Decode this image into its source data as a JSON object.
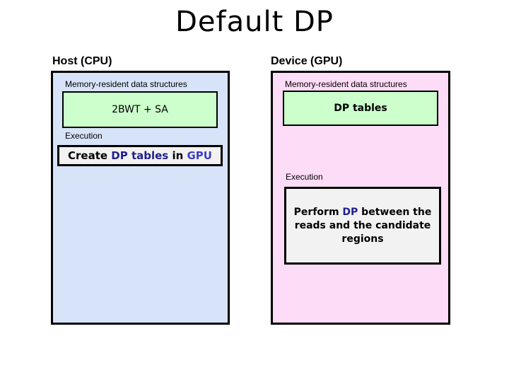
{
  "title": "Default DP",
  "colors": {
    "host_fill": "#d7e3f8",
    "device_fill": "#fcdcf6",
    "green_fill": "#ccffcc",
    "exec_box_fill": "#f2f2f2",
    "border": "#000000",
    "navy_text": "#1f1f8f",
    "blue_text": "#3d3dc8"
  },
  "host": {
    "header": "Host (CPU)",
    "memory_label": "Memory-resident data structures",
    "memory_box_label": "2BWT + SA",
    "execution_label": "Execution",
    "execution_box_segments": [
      {
        "text": "Create ",
        "color": "#000000"
      },
      {
        "text": "DP tables",
        "color": "#1f1f8f"
      },
      {
        "text": " in ",
        "color": "#000000"
      },
      {
        "text": "GPU",
        "color": "#3d3dc8"
      }
    ]
  },
  "device": {
    "header": "Device (GPU)",
    "memory_label": "Memory-resident data structures",
    "memory_box_label": "DP tables",
    "execution_label": "Execution",
    "execution_box_segments": [
      {
        "text": "Perform ",
        "color": "#000000"
      },
      {
        "text": "DP",
        "color": "#1f1f8f"
      },
      {
        "text": " between the reads and the candidate regions",
        "color": "#000000"
      }
    ]
  }
}
